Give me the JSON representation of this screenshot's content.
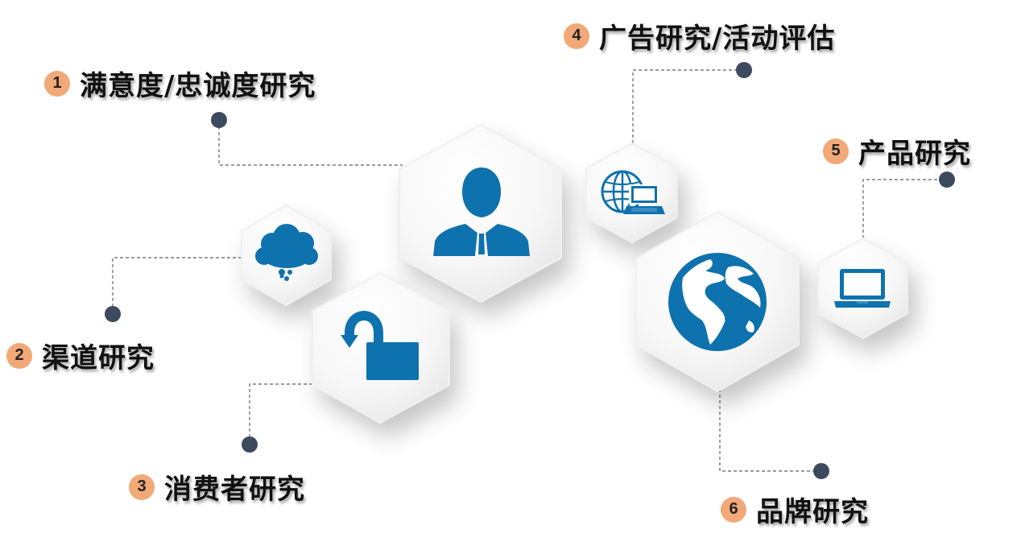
{
  "colors": {
    "icon": "#0E72AE",
    "badge": "#F2A877",
    "dot": "#3D4A5E",
    "connector": "#7A7A7A"
  },
  "items": [
    {
      "number": "1",
      "label": "满意度/忠诚度研究",
      "icon": "person-icon"
    },
    {
      "number": "2",
      "label": "渠道研究",
      "icon": "cloud-thought-icon"
    },
    {
      "number": "3",
      "label": "消费者研究",
      "icon": "unlock-icon"
    },
    {
      "number": "4",
      "label": "广告研究/活动评估",
      "icon": "globe-laptop-icon"
    },
    {
      "number": "5",
      "label": "产品研究",
      "icon": "laptop-icon"
    },
    {
      "number": "6",
      "label": "品牌研究",
      "icon": "globe-icon"
    }
  ]
}
